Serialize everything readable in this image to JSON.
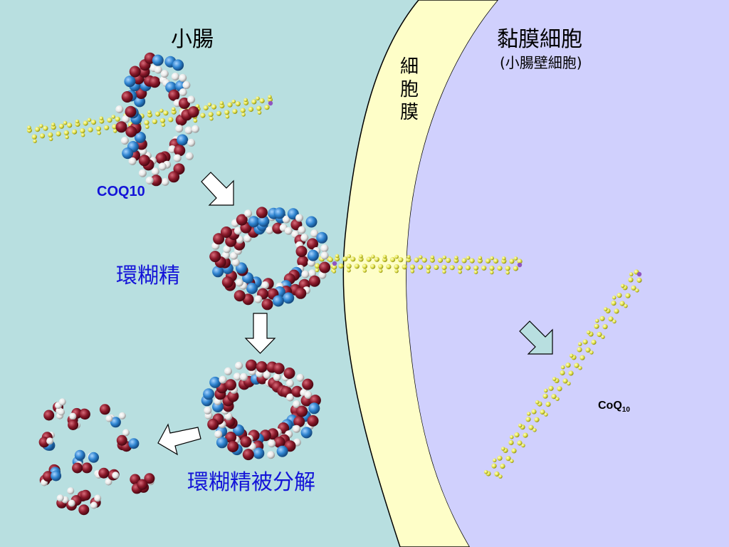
{
  "labels": {
    "small_intestine": "小腸",
    "mucosal_cell": "黏膜細胞",
    "mucosal_cell_note": "(小腸壁細胞)",
    "cell_membrane": "細胞膜",
    "coq10_upper": "COQ10",
    "cyclodextrin": "環糊精",
    "cyclodextrin_decomposed": "環糊精被分解",
    "coq10_lower_main": "CoQ",
    "coq10_lower_sub": "10"
  },
  "colors": {
    "intestine_bg": "#b8dfe0",
    "membrane": "#fefec8",
    "cell_bg": "#d0d0fd",
    "outline": "#000000",
    "label_blue": "#1414d8",
    "atom_red": "#8b1a2b",
    "atom_blue": "#2f84d0",
    "atom_white": "#f2f2f2",
    "chain_yellow": "#e9ea5a",
    "chain_outline": "#9a9a20",
    "chain_end": "#9055c0",
    "arrow_fill": "#ffffff",
    "arrow_fill_cell": "#b8dfe0"
  }
}
